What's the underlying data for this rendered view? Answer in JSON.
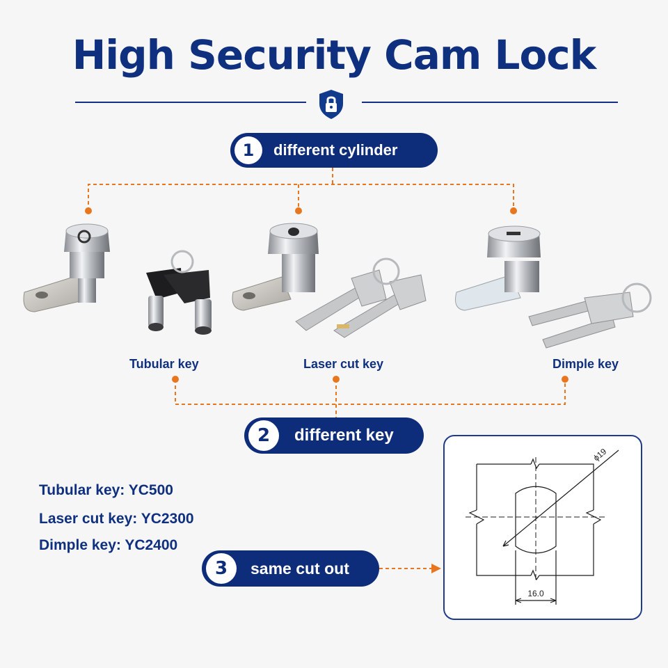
{
  "title": "High Security Cam Lock",
  "steps": [
    {
      "number": "1",
      "label": "different cylinder"
    },
    {
      "number": "2",
      "label": "different key"
    },
    {
      "number": "3",
      "label": "same cut out"
    }
  ],
  "key_types": [
    "Tubular key",
    "Laser cut key",
    "Dimple key"
  ],
  "specs": [
    "Tubular key: YC500",
    "Laser cut key: YC2300",
    "Dimple key: YC2400"
  ],
  "drawing": {
    "diameter_label": "ϕ19",
    "width_label": "16.0"
  },
  "colors": {
    "navy": "#0d2c7a",
    "orange": "#e8761e",
    "background": "#f6f6f7"
  },
  "icons": [
    "padlock-shield-icon"
  ]
}
